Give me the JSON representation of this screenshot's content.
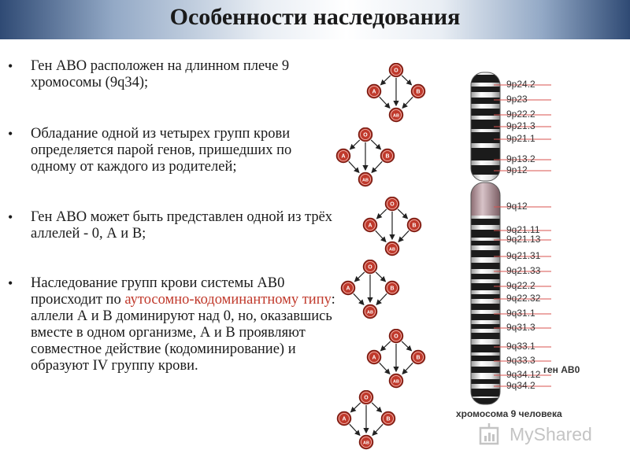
{
  "title": "Особенности наследования",
  "bullet_char": "•",
  "bullets": [
    {
      "text": "Ген АВО расположен на длинном плече 9 хромосомы (9q34);"
    },
    {
      "text": "Обладание одной из четырех групп крови определяется парой генов, пришедших по одному от каждого из родителей;"
    },
    {
      "text": "Ген АВО может быть представлен одной из трёх аллелей - 0, А и В;"
    },
    {
      "text_before": "Наследование групп крови системы АВ0 происходит по ",
      "text_highlight": "аутосомно-кодоминантному типу",
      "text_after": ": аллели А и В доминируют над 0, но, оказавшись вместе в одном организме, А и В проявляют совместное действие (кодоминирование) и образуют IV группу крови."
    }
  ],
  "diagram": {
    "nodes": [
      "O",
      "A",
      "B",
      "AB"
    ],
    "copies": 6
  },
  "chromosome": {
    "caption": "хромосома 9 человека",
    "gene_label": "ген АВ0",
    "bands": [
      "9p24.2",
      "9p23",
      "9p22.2",
      "9p21.3",
      "9p21.1",
      "9p13.2",
      "9p12",
      "9q12",
      "9q21.11",
      "9q21.13",
      "9q21.31",
      "9q21.33",
      "9q22.2",
      "9q22.32",
      "9q31.1",
      "9q31.3",
      "9q33.1",
      "9q33.3",
      "9q34.12",
      "9q34.2"
    ]
  },
  "watermark": "MyShared",
  "colors": {
    "node_red": "#c0392b",
    "highlight_red": "#c0392b",
    "leader_red": "#d9534f"
  }
}
